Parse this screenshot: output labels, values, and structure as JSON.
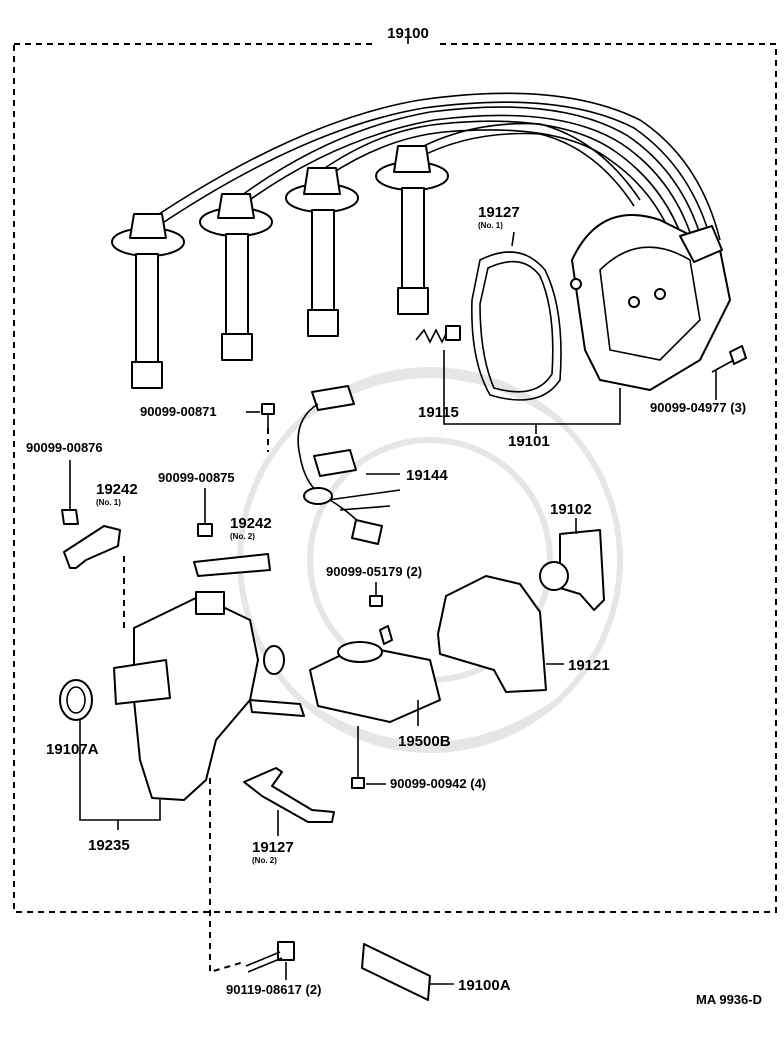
{
  "labels": {
    "top": "19100",
    "p19127_1": "19127",
    "p19127_1_sub": "(No. 1)",
    "p19115": "19115",
    "p19101": "19101",
    "p04977": "90099-04977 (3)",
    "p00871": "90099-00871",
    "p19144": "19144",
    "p00876": "90099-00876",
    "p19242_1": "19242",
    "p19242_1_sub": "(No. 1)",
    "p00875": "90099-00875",
    "p19242_2": "19242",
    "p19242_2_sub": "(No. 2)",
    "p19102": "19102",
    "p05179": "90099-05179 (2)",
    "p19121": "19121",
    "p19107A": "19107A",
    "p19500B": "19500B",
    "p00942": "90099-00942 (4)",
    "p19235": "19235",
    "p19127_2": "19127",
    "p19127_2_sub": "(No. 2)",
    "p08617": "90119-08617 (2)",
    "p19100A": "19100A",
    "code": "MA 9936-D"
  }
}
